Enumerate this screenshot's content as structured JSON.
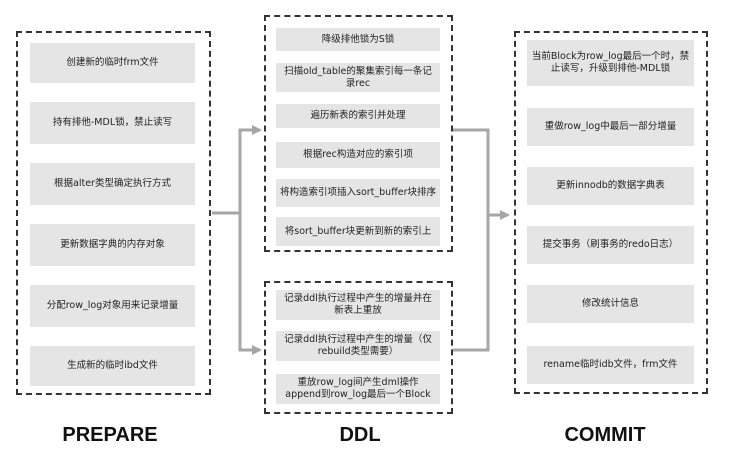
{
  "colors": {
    "box_fill": "#e5e5e5",
    "small_arrow": "#5f9ea0",
    "connector": "#a6a6a6",
    "panel_border": "#333333"
  },
  "prepare": {
    "label": "PREPARE",
    "steps": [
      "创建新的临时frm文件",
      "持有排他-MDL锁，禁止读写",
      "根据alter类型确定执行方式",
      "更新数据字典的内存对象",
      "分配row_log对象用来记录增量",
      "生成新的临时ibd文件"
    ]
  },
  "ddl": {
    "label": "DDL",
    "main_steps": [
      "降级排他锁为S锁",
      "扫描old_table的聚集索引每一条记录rec",
      "遍历新表的索引并处理",
      "根据rec构造对应的索引项",
      "将构造索引项插入sort_buffer块排序",
      "将sort_buffer块更新到新的索引上"
    ],
    "log_steps": [
      "记录ddl执行过程中产生的增量并在新表上重放",
      "记录ddl执行过程中产生的增量（仅rebuild类型需要）",
      "重放row_log间产生dml操作append到row_log最后一个Block"
    ]
  },
  "commit": {
    "label": "COMMIT",
    "steps": [
      "当前Block为row_log最后一个时，禁止读写，升级到排他-MDL锁",
      "重做row_log中最后一部分增量",
      "更新innodb的数据字典表",
      "提交事务（刷事务的redo日志）",
      "修改统计信息",
      "rename临时idb文件，frm文件"
    ]
  }
}
